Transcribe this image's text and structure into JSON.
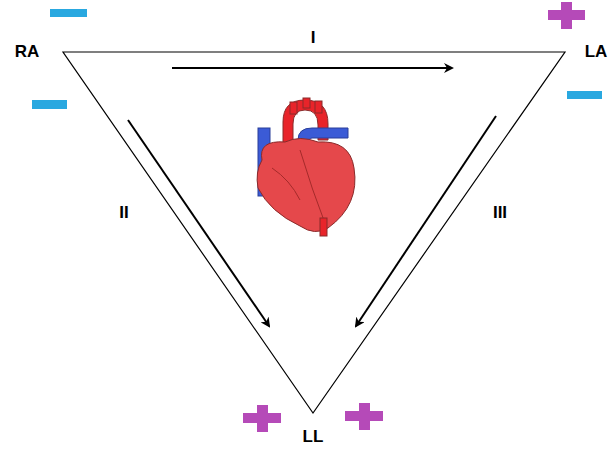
{
  "diagram": {
    "labels": [
      "RA",
      "I",
      "LA",
      "II",
      "III",
      "LL"
    ]
  }
}
